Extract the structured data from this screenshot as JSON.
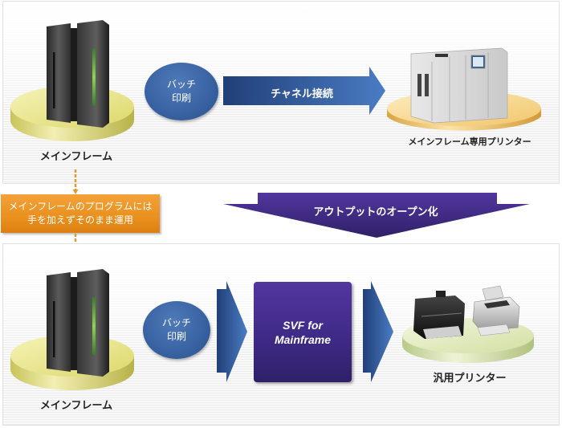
{
  "top_section": {
    "source_label": "メインフレーム",
    "process_label_line1": "バッチ",
    "process_label_line2": "印刷",
    "connection_label": "チャネル接続",
    "target_label": "メインフレーム専用プリンター"
  },
  "transition": {
    "note_line1": "メインフレームのプログラムには",
    "note_line2": "手を加えずそのまま運用",
    "banner_label": "アウトプットのオープン化"
  },
  "bottom_section": {
    "source_label": "メインフレーム",
    "process_label_line1": "バッチ",
    "process_label_line2": "印刷",
    "product_line1": "SVF for",
    "product_line2": "Mainframe",
    "target_label": "汎用プリンター"
  },
  "colors": {
    "blue_arrow": "#2f5597",
    "purple": "#4a2f96",
    "orange": "#e9901d",
    "mainframe_pedestal": "#e6e27a",
    "printer_pedestal": "#f2c66a",
    "general_printer_pedestal": "#d7e3a8"
  }
}
